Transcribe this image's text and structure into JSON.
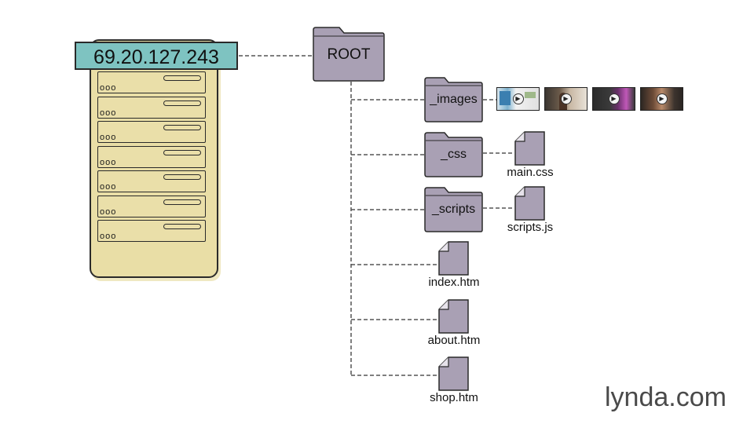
{
  "server": {
    "ip_address": "69.20.127.243",
    "unit_count": 7,
    "led_glyph": "ooo"
  },
  "tree": {
    "root_label": "ROOT",
    "folders": [
      {
        "label": "_images"
      },
      {
        "label": "_css",
        "file": "main.css"
      },
      {
        "label": "_scripts",
        "file": "scripts.js"
      }
    ],
    "root_files": [
      "index.htm",
      "about.htm",
      "shop.htm"
    ],
    "thumbnail_count": 4
  },
  "brand": {
    "wordmark": "lynda.com"
  },
  "colors": {
    "folder_fill": "#a9a0b4",
    "folder_stroke": "#2a2a2a",
    "server_fill": "#e9dea6",
    "ip_label_fill": "#7ec3c1",
    "connector": "#555555"
  },
  "icons": {
    "server": "server-rack-icon",
    "folder": "folder-icon",
    "file": "document-icon",
    "video": "play-icon"
  }
}
